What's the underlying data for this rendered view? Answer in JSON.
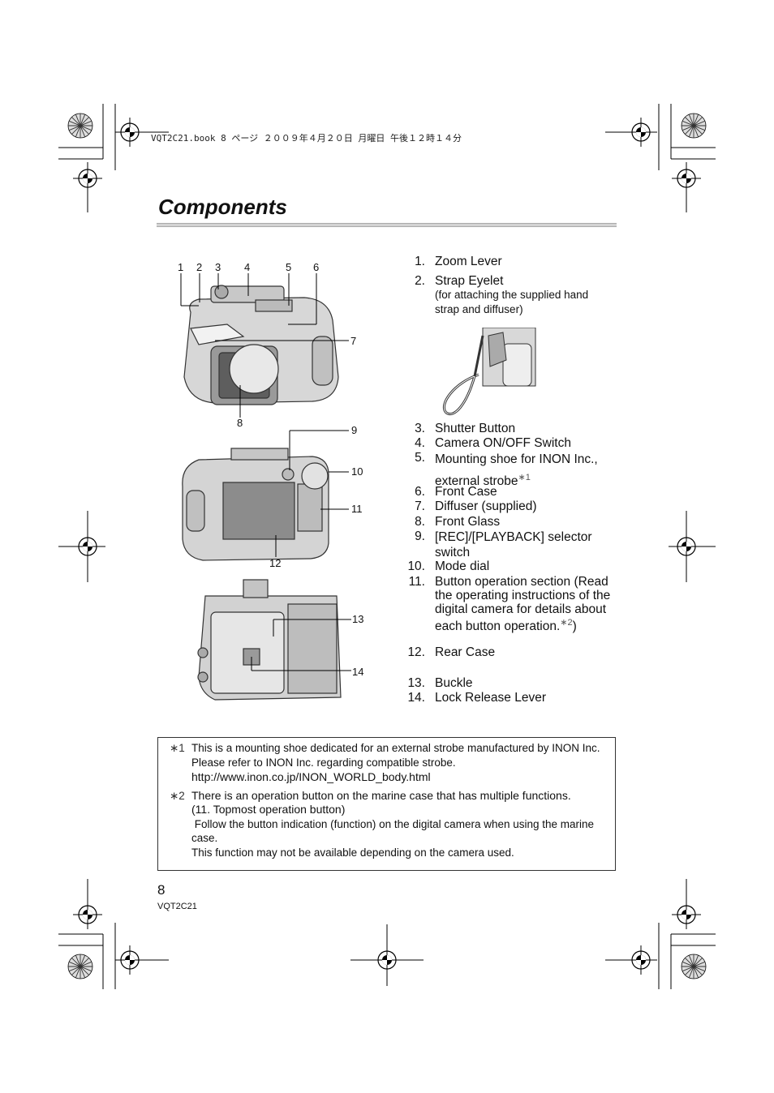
{
  "header": {
    "print_line": "VQT2C21.book  8 ページ  ２００９年４月２０日  月曜日  午後１２時１４分"
  },
  "page_title": "Components",
  "diagram": {
    "callouts_top": [
      "1",
      "2",
      "3",
      "4",
      "5",
      "6",
      "7",
      "8"
    ],
    "callouts_middle": [
      "9",
      "10",
      "11",
      "12"
    ],
    "callouts_bottom": [
      "13",
      "14"
    ]
  },
  "components": [
    {
      "num": "1.",
      "label": "Zoom Lever"
    },
    {
      "num": "2.",
      "label": "Strap Eyelet",
      "note": "(for attaching the supplied hand strap and diffuser)"
    },
    {
      "num": "3.",
      "label": "Shutter Button"
    },
    {
      "num": "4.",
      "label": "Camera ON/OFF Switch"
    },
    {
      "num": "5.",
      "label": "Mounting shoe for INON Inc., external strobe",
      "ref": "∗1"
    },
    {
      "num": "6.",
      "label": "Front Case"
    },
    {
      "num": "7.",
      "label": "Diffuser (supplied)"
    },
    {
      "num": "8.",
      "label": "Front Glass"
    },
    {
      "num": "9.",
      "label": "[REC]/[PLAYBACK] selector switch"
    },
    {
      "num": "10.",
      "label": "Mode dial"
    },
    {
      "num": "11.",
      "label": "Button operation section (Read the operating instructions of the digital camera for details about each button operation.",
      "ref": "∗2",
      "suffix": ")"
    },
    {
      "num": "12.",
      "label": "Rear Case"
    },
    {
      "num": "13.",
      "label": "Buckle"
    },
    {
      "num": "14.",
      "label": "Lock Release Lever"
    }
  ],
  "notes": [
    {
      "mark": "∗1",
      "lines": [
        "This is a mounting shoe dedicated for an external strobe manufactured by INON Inc.",
        "Please refer to INON Inc. regarding compatible strobe.",
        "http://www.inon.co.jp/INON_WORLD_body.html"
      ]
    },
    {
      "mark": "∗2",
      "lines": [
        "There is an operation button on the marine case that has multiple functions.",
        "(11. Topmost operation button)",
        " Follow the button indication (function) on the digital camera when using the marine",
        "case.",
        "This function may not be available depending on the camera used."
      ]
    }
  ],
  "footer": {
    "page_number": "8",
    "doc_code": "VQT2C21"
  }
}
